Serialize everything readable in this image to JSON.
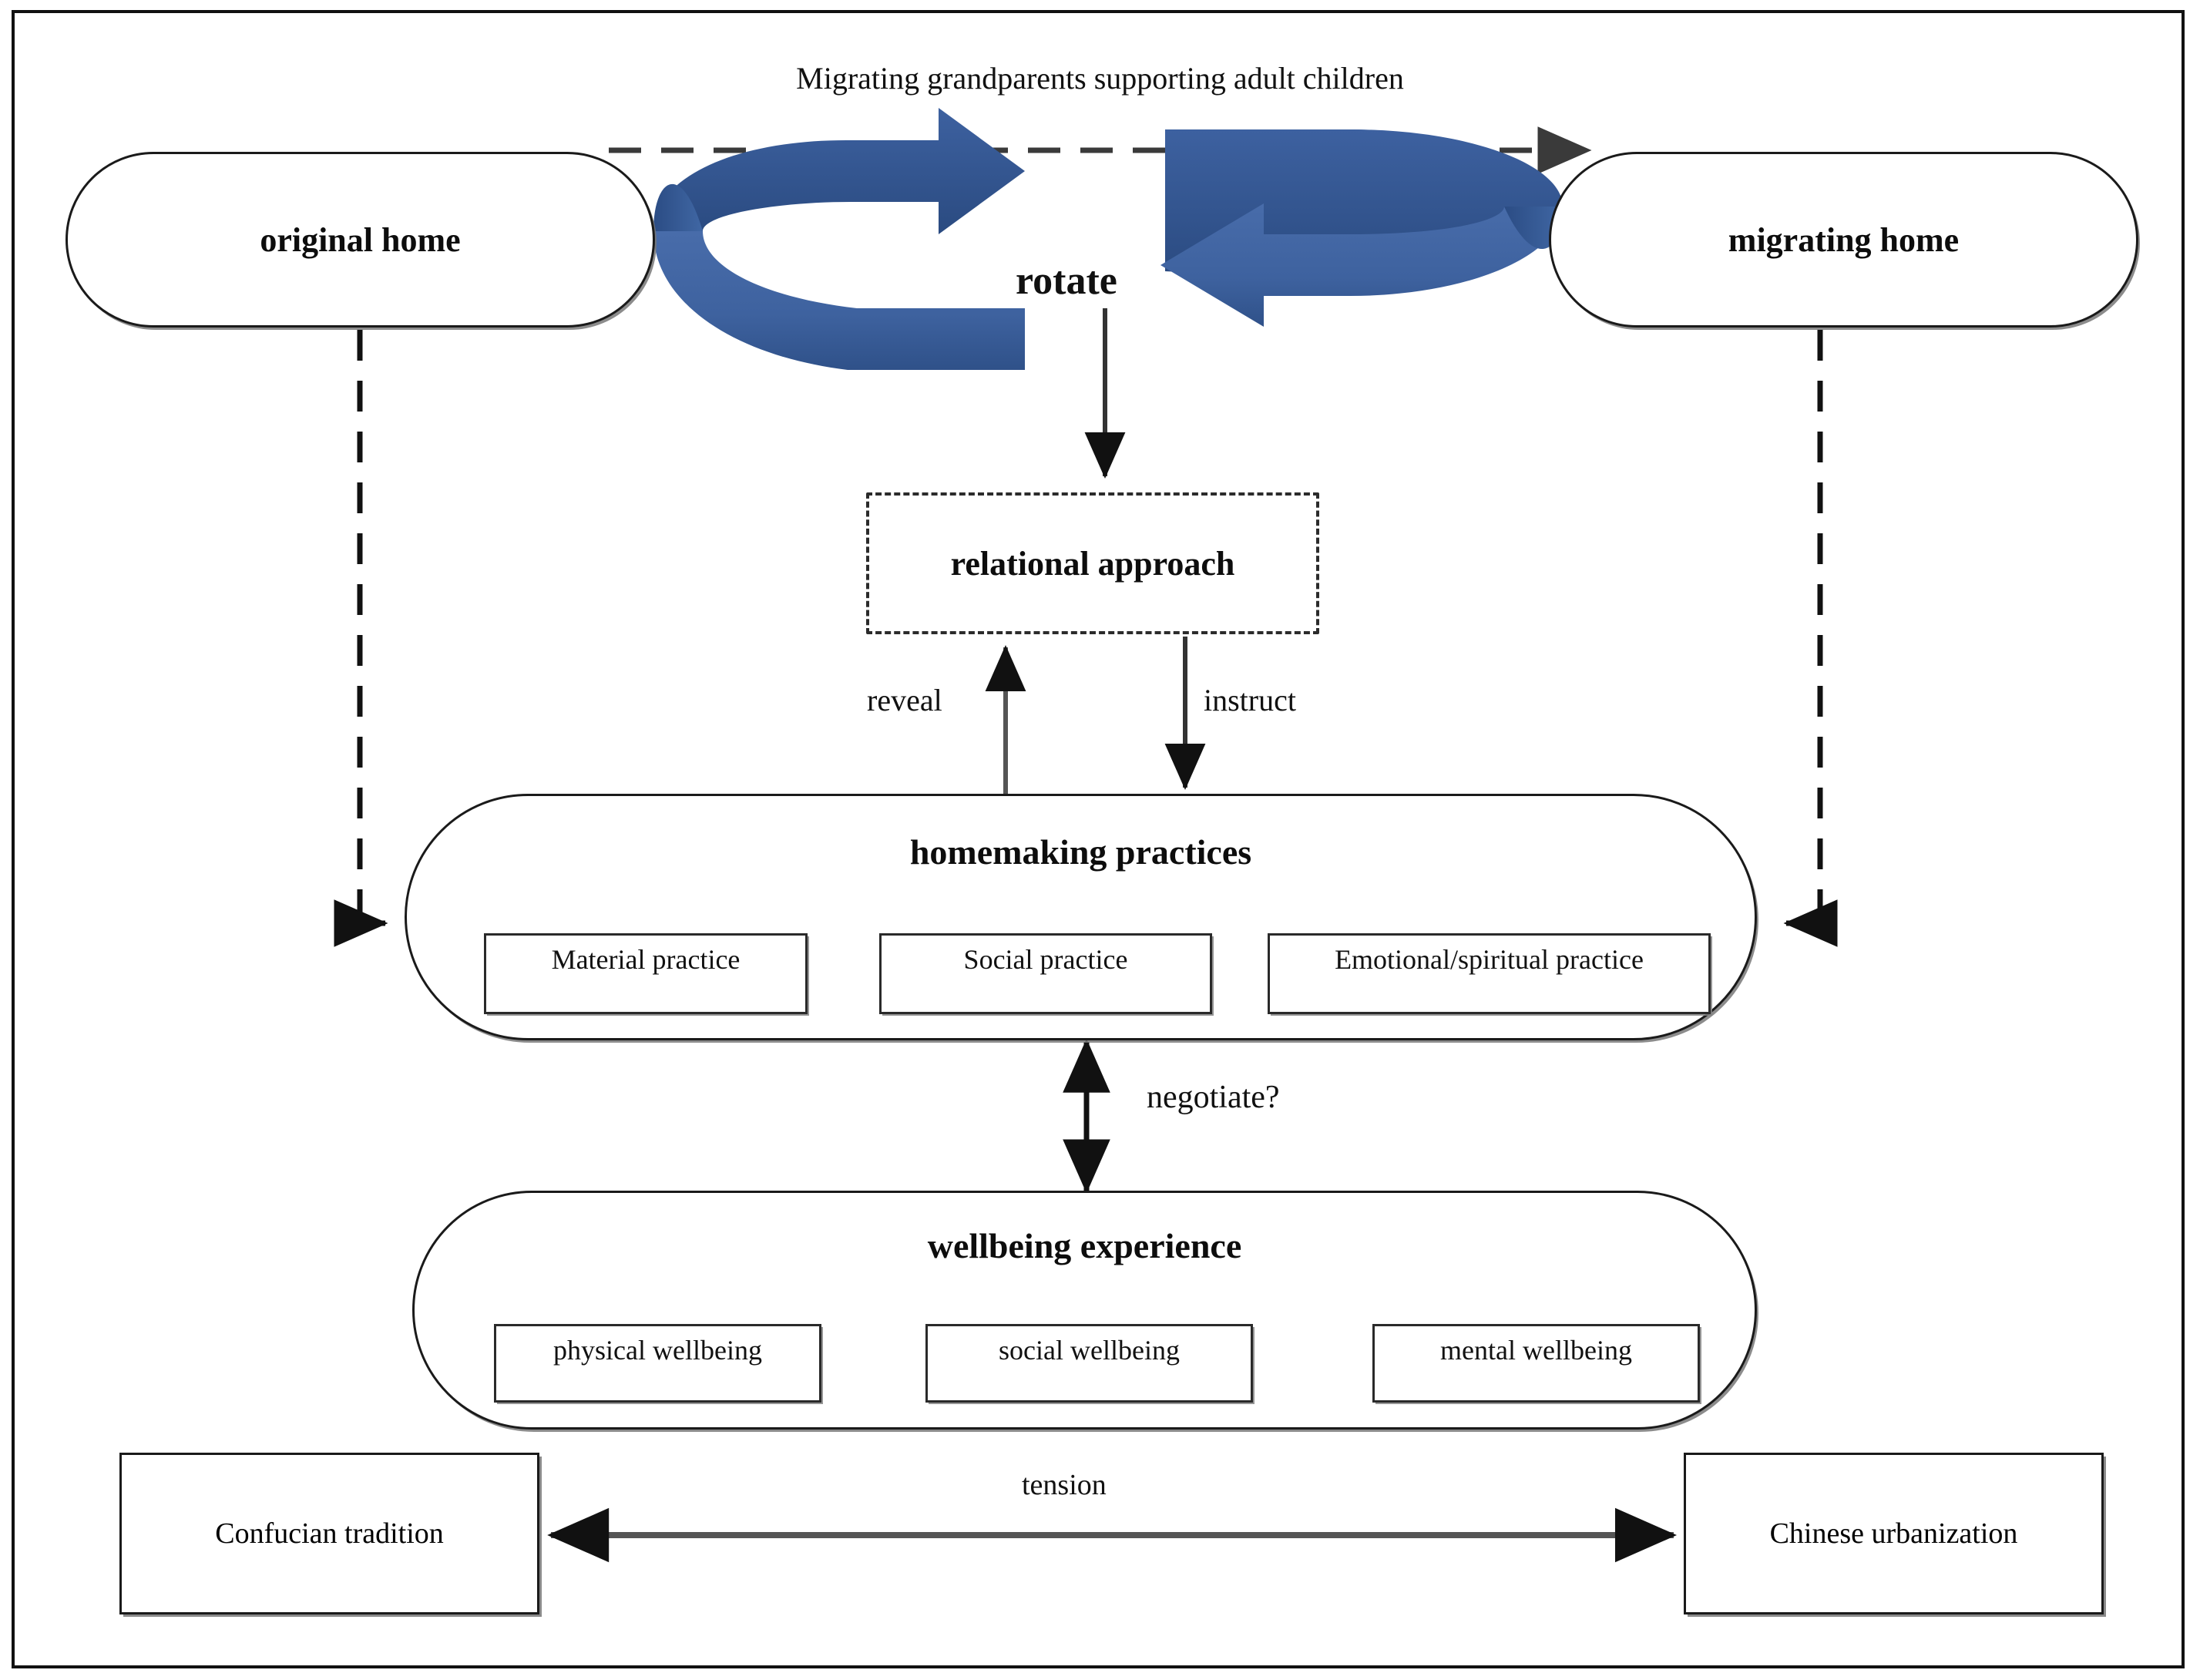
{
  "figure": {
    "title": "Migrating grandparents supporting adult children",
    "colors": {
      "arrow_blue_dark": "#2E5288",
      "arrow_blue_light": "#41659F",
      "line_black": "#1a1a1a",
      "shadow_grey": "#7d7d7d",
      "background": "#ffffff"
    }
  },
  "nodes": {
    "original_home": {
      "label": "original home"
    },
    "migrating_home": {
      "label": "migrating home"
    },
    "relational_approach": {
      "label": "relational approach"
    },
    "homemaking_practices": {
      "label": "homemaking practices",
      "subitems": [
        {
          "label": "Material practice"
        },
        {
          "label": "Social practice"
        },
        {
          "label": "Emotional/spiritual practice"
        }
      ]
    },
    "wellbeing_experience": {
      "label": "wellbeing experience",
      "subitems": [
        {
          "label": "physical wellbeing"
        },
        {
          "label": "social wellbeing"
        },
        {
          "label": "mental wellbeing"
        }
      ]
    },
    "confucian_tradition": {
      "label": "Confucian tradition"
    },
    "chinese_urbanization": {
      "label": "Chinese urbanization"
    }
  },
  "edge_labels": {
    "rotate": "rotate",
    "reveal": "reveal",
    "instruct": "instruct",
    "negotiate": "negotiate?",
    "tension": "tension"
  }
}
